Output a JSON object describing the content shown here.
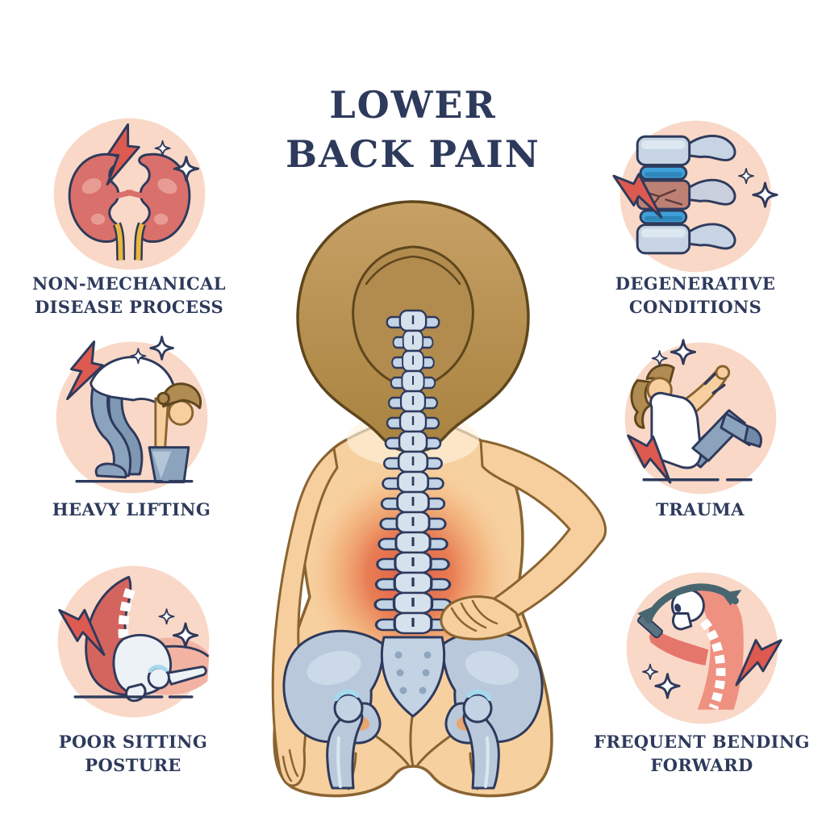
{
  "title": {
    "text": "LOWER\nBACK PAIN"
  },
  "causes": [
    {
      "label": "NON-MECHANICAL\nDISEASE PROCESS",
      "icon": "kidneys-icon",
      "side": "left"
    },
    {
      "label": "HEAVY LIFTING",
      "icon": "heavy-lifting-icon",
      "side": "left"
    },
    {
      "label": "POOR SITTING\nPOSTURE",
      "icon": "poor-sitting-posture-icon",
      "side": "left"
    },
    {
      "label": "DEGENERATIVE\nCONDITIONS",
      "icon": "degenerative-spine-icon",
      "side": "right"
    },
    {
      "label": "TRAUMA",
      "icon": "trauma-fall-icon",
      "side": "right"
    },
    {
      "label": "FREQUENT BENDING\nFORWARD",
      "icon": "bending-forward-icon",
      "side": "right"
    }
  ],
  "figure": {
    "name": "rear-view-back-with-spine-and-inflamed-lower-back"
  },
  "colors": {
    "text_navy": "#2e3a5c",
    "circle_pink": "#f9d8c7",
    "bolt_red": "#dd5a50",
    "skin": "#f7d09f",
    "skin_outline": "#8a6430",
    "hair_brown": "#bd9659",
    "bone_light": "#cddcec",
    "bone_mid": "#b9c9db",
    "disc_blue": "#3fa0d8",
    "inflammation_red": "#df4f3d",
    "clothes_blue": "#8ba3bd",
    "silhouette_red": "#d4655e",
    "band_red": "#ee9181",
    "arrow_slate": "#47666f",
    "kidney_red": "#d9706b",
    "ureter_yellow": "#e8b73d"
  }
}
